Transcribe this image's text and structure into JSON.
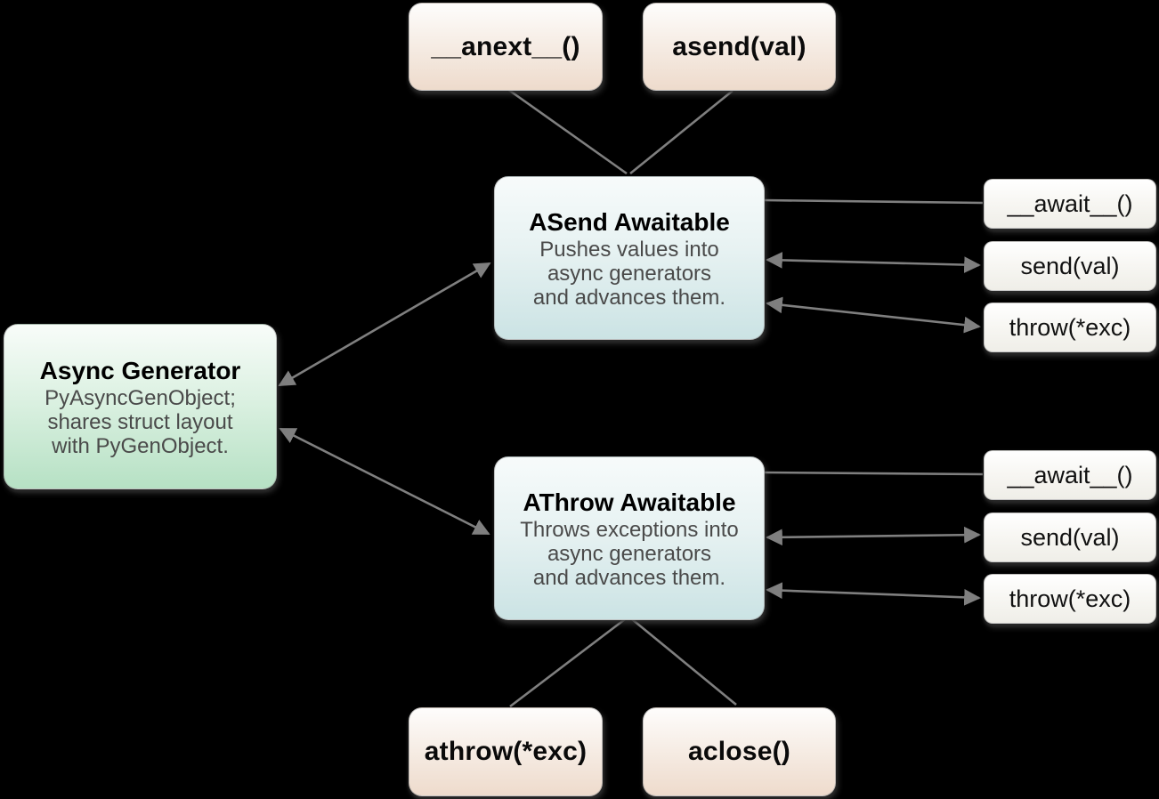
{
  "diagram": {
    "title_hint": "Python async generator awaitables diagram",
    "colors": {
      "background": "#000000",
      "arrow": "#7f7f7f",
      "tan_gradient_bottom": "#eedbcc",
      "teal_gradient_bottom": "#cbe3e4",
      "green_gradient_bottom": "#b6e1c4",
      "offwhite_gradient_bottom": "#efeee8"
    },
    "nodes": {
      "anext": {
        "label": "__anext__()"
      },
      "asend": {
        "label": "asend(val)"
      },
      "asend_awaitable": {
        "title": "ASend Awaitable",
        "lines": [
          "Pushes values into",
          "async generators",
          "and advances them."
        ]
      },
      "athrow_awaitable": {
        "title": "AThrow Awaitable",
        "lines": [
          "Throws exceptions into",
          "async generators",
          "and advances them."
        ]
      },
      "async_generator": {
        "title": "Async Generator",
        "lines": [
          "PyAsyncGenObject;",
          "shares struct layout",
          "with PyGenObject."
        ]
      },
      "await_top": {
        "label": "__await__()"
      },
      "send_top": {
        "label": "send(val)"
      },
      "throw_top": {
        "label": "throw(*exc)"
      },
      "await_bottom": {
        "label": "__await__()"
      },
      "send_bottom": {
        "label": "send(val)"
      },
      "throw_bottom": {
        "label": "throw(*exc)"
      },
      "athrow": {
        "label": "athrow(*exc)"
      },
      "aclose": {
        "label": "aclose()"
      }
    },
    "edges": [
      {
        "from": "__anext__()",
        "to": "ASend Awaitable",
        "arrows": "none"
      },
      {
        "from": "asend(val)",
        "to": "ASend Awaitable",
        "arrows": "none"
      },
      {
        "from": "ASend Awaitable",
        "to": "__await__()",
        "arrows": "none"
      },
      {
        "from": "ASend Awaitable",
        "to": "send(val)",
        "arrows": "both"
      },
      {
        "from": "ASend Awaitable",
        "to": "throw(*exc)",
        "arrows": "both"
      },
      {
        "from": "Async Generator",
        "to": "ASend Awaitable",
        "arrows": "both"
      },
      {
        "from": "Async Generator",
        "to": "AThrow Awaitable",
        "arrows": "both"
      },
      {
        "from": "AThrow Awaitable",
        "to": "__await__()",
        "arrows": "none"
      },
      {
        "from": "AThrow Awaitable",
        "to": "send(val)",
        "arrows": "both"
      },
      {
        "from": "AThrow Awaitable",
        "to": "throw(*exc)",
        "arrows": "both"
      },
      {
        "from": "AThrow Awaitable",
        "to": "athrow(*exc)",
        "arrows": "none"
      },
      {
        "from": "AThrow Awaitable",
        "to": "aclose()",
        "arrows": "none"
      }
    ]
  }
}
